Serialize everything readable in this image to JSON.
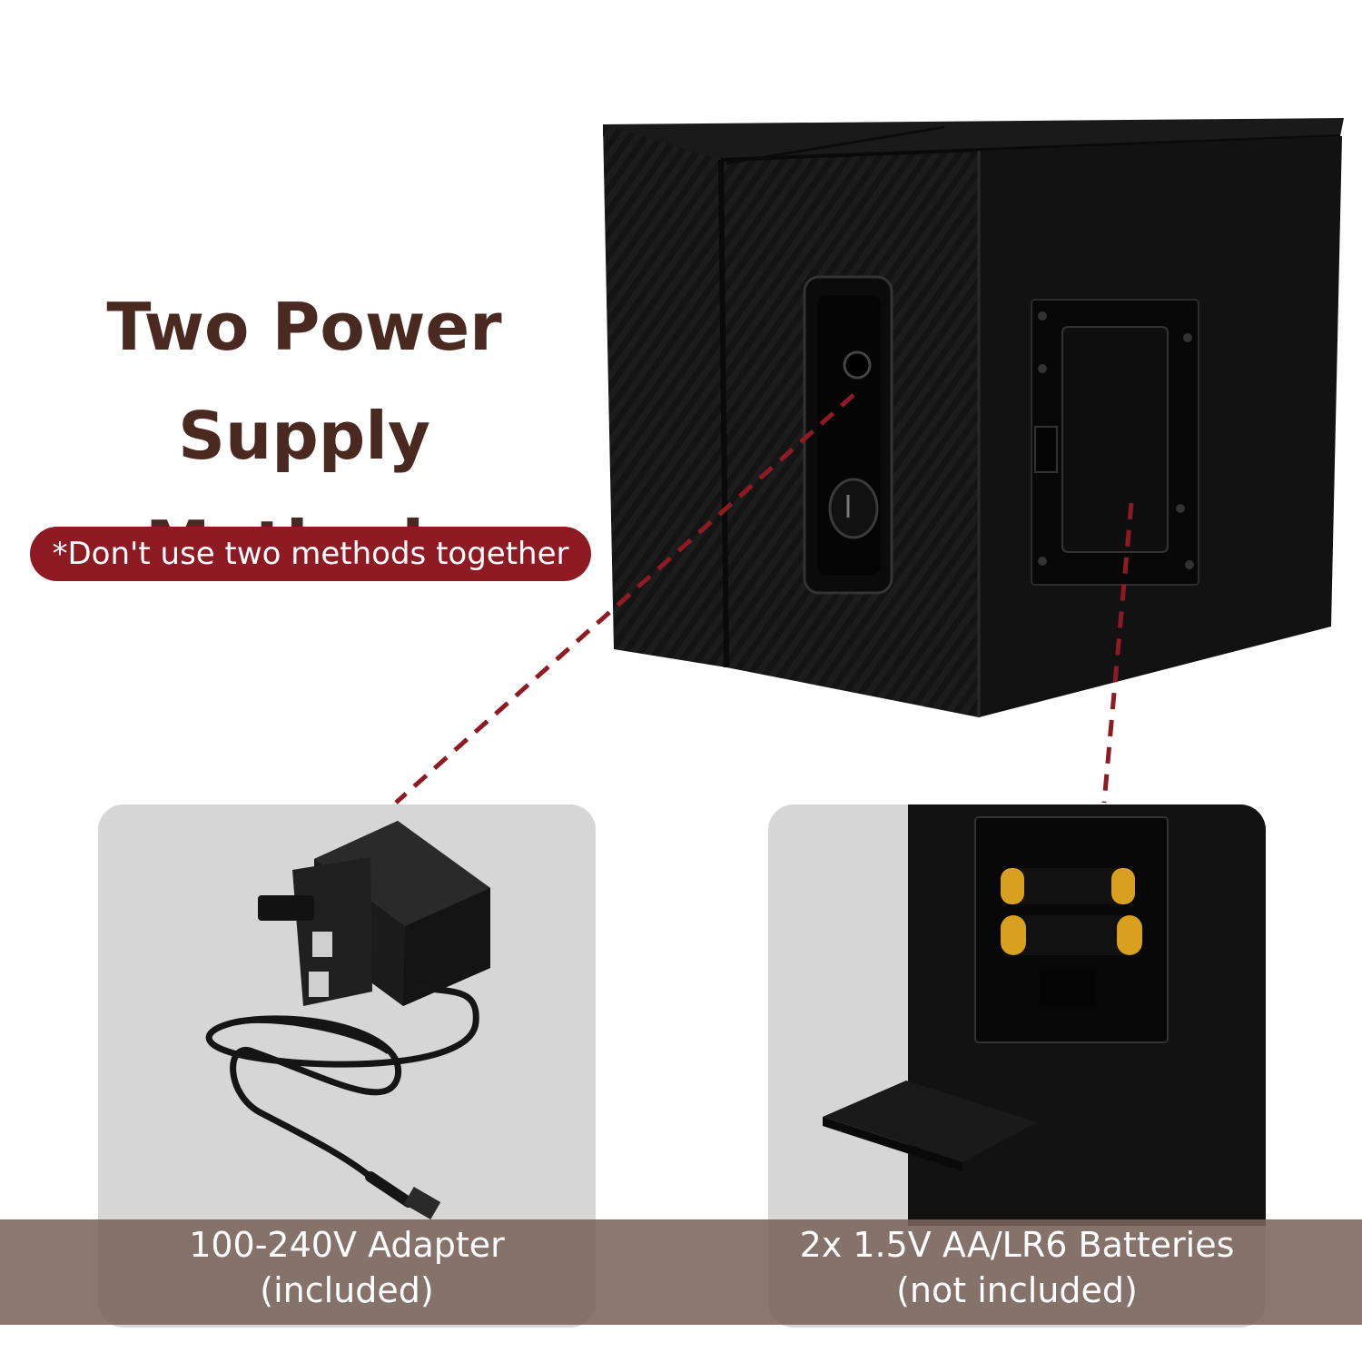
{
  "headline": {
    "line1": "Two Power",
    "line2": "Supply Methods"
  },
  "warning": "*Don't use two methods together",
  "options": [
    {
      "line1": "100-240V Adapter",
      "line2": "(included)"
    },
    {
      "line1": "2x 1.5V AA/LR6 Batteries",
      "line2": "(not included)"
    }
  ],
  "colors": {
    "headline": "#4a2a20",
    "warning_bg": "#8e1a24",
    "leader_line": "#8e1a24",
    "caption_band": "#7a645c",
    "card_bg": "#d6d6d6"
  },
  "icons": [
    "watch-winder-box",
    "power-adapter",
    "battery-compartment",
    "aa-battery",
    "battery-cover"
  ]
}
